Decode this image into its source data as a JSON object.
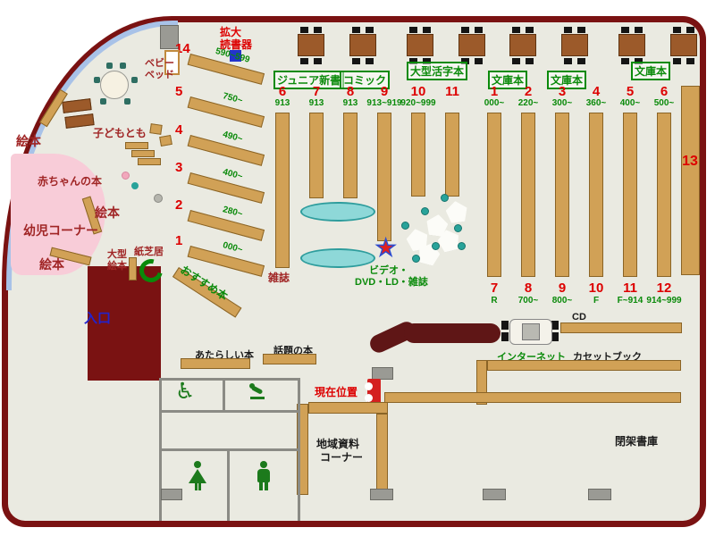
{
  "header": {
    "magnifier_l1": "拡大",
    "magnifier_l2": "読書器"
  },
  "categories": [
    "ジュニア新書",
    "コミック",
    "大型活字本",
    "文庫本",
    "文庫本",
    "文庫本"
  ],
  "stacks_left_top": [
    {
      "num": "6",
      "range": "913"
    },
    {
      "num": "7",
      "range": "913"
    },
    {
      "num": "8",
      "range": "913"
    },
    {
      "num": "9",
      "range": "913~919"
    },
    {
      "num": "10",
      "range": "920~999"
    },
    {
      "num": "11",
      "range": ""
    }
  ],
  "stacks_right_top": [
    {
      "num": "1",
      "range": "000~"
    },
    {
      "num": "2",
      "range": "220~"
    },
    {
      "num": "3",
      "range": "300~"
    },
    {
      "num": "4",
      "range": "360~"
    },
    {
      "num": "5",
      "range": "400~"
    },
    {
      "num": "6",
      "range": "500~"
    }
  ],
  "stacks_right_bottom": [
    {
      "num": "7",
      "range": "R"
    },
    {
      "num": "8",
      "range": "700~"
    },
    {
      "num": "9",
      "range": "800~"
    },
    {
      "num": "10",
      "range": "F"
    },
    {
      "num": "11",
      "range": "F~914"
    },
    {
      "num": "12",
      "range": "914~999"
    }
  ],
  "diagonal_shelves": [
    {
      "num": "14",
      "range": "590~599"
    },
    {
      "num": "5",
      "range": "750~"
    },
    {
      "num": "4",
      "range": "490~"
    },
    {
      "num": "3",
      "range": "400~"
    },
    {
      "num": "2",
      "range": "280~"
    },
    {
      "num": "1",
      "range": "000~"
    }
  ],
  "areas": {
    "magazines": "雑誌",
    "video_l1": "ビデオ・",
    "video_l2": "DVD・LD・雑誌",
    "recommended": "おすすめ本",
    "new_books": "あたらしい本",
    "topic_books": "話題の本",
    "current_location": "現在位置",
    "cd": "CD",
    "internet": "インターネット",
    "cassette_book": "カセットブック",
    "local_l1": "地域資料",
    "local_l2": "コーナー",
    "closed_stacks": "閉架書庫",
    "entrance": "入口",
    "shelf13": "13"
  },
  "kids": {
    "picture_books": "絵本",
    "toddler_corner": "幼児コーナー",
    "baby_books": "赤ちゃんの本",
    "kodomotomo": "子どもとも",
    "baby_bed_l1": "ベビー",
    "baby_bed_l2": "ベッド",
    "large_picture_l1": "大型",
    "large_picture_l2": "絵本",
    "kamishibai": "紙芝居"
  },
  "icons": {
    "star": "★",
    "wheelchair": "♿"
  },
  "colors": {
    "wall": "#7a1212",
    "shelf": "#d1a156",
    "accent_red": "#dd0000",
    "accent_green": "#0a8a0a",
    "teal": "#8ed8d8",
    "pink": "#f8ccd8",
    "entrance_blue": "#2222cc"
  }
}
